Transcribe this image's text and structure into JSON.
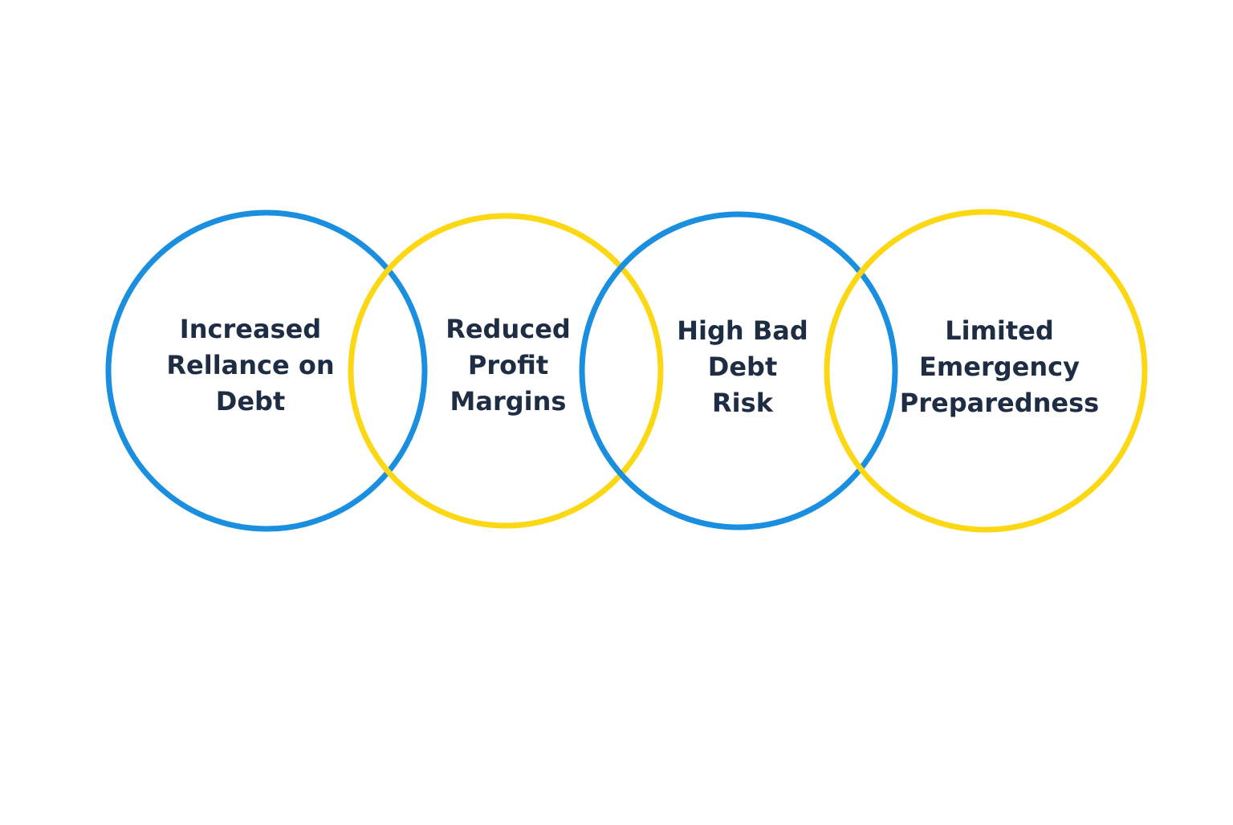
{
  "colors": {
    "blue": "#1a8fe0",
    "yellow": "#fbd714",
    "text": "#1f2d44",
    "background": "#ffffff"
  },
  "circles": [
    {
      "color": "blue",
      "lines": [
        "Increased",
        "Rellance on",
        "Debt"
      ]
    },
    {
      "color": "yellow",
      "lines": [
        "Reduced",
        "Profit",
        "Margins"
      ]
    },
    {
      "color": "blue",
      "lines": [
        "High Bad",
        "Debt",
        "Risk"
      ]
    },
    {
      "color": "yellow",
      "lines": [
        "Limited",
        "Emergency",
        "Preparedness"
      ]
    }
  ]
}
